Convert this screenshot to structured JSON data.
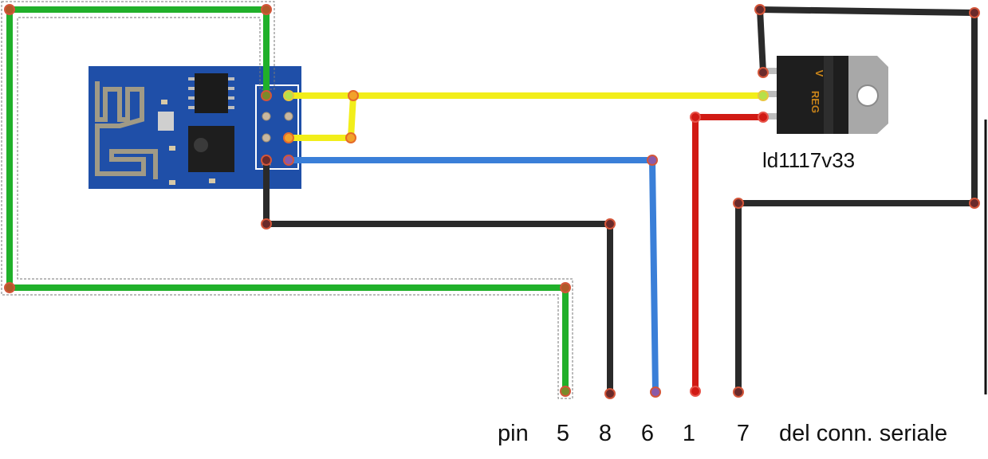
{
  "regulator": {
    "label": "ld1117v33",
    "marking_v": "V",
    "marking_reg": "REG"
  },
  "caption": {
    "prefix": "pin",
    "pins": [
      "5",
      "8",
      "6",
      "1",
      "7"
    ],
    "suffix": "del conn. seriale"
  },
  "colors": {
    "green": "#20b02a",
    "yellow": "#f2ee1a",
    "blue": "#3a7fd8",
    "red": "#d11a14",
    "black": "#2a2a2a",
    "pcb": "#1f4fa8",
    "node_fill": "#c0392b"
  }
}
